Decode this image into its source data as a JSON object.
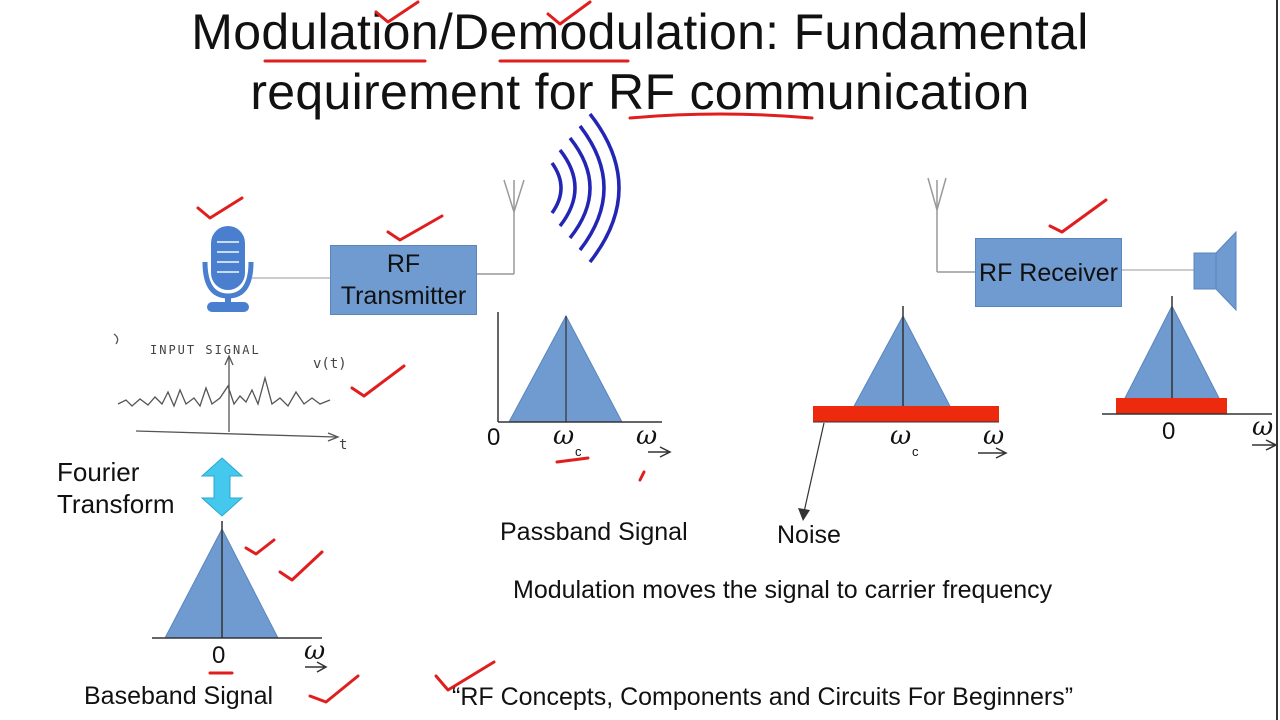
{
  "title": {
    "line1": "Modulation/Demodulation: Fundamental",
    "line2": "requirement for RF communication"
  },
  "blocks": {
    "transmitter": "RF Transmitter",
    "receiver": "RF Receiver"
  },
  "labels": {
    "fourier": "Fourier Transform",
    "baseband": "Baseband Signal",
    "passband": "Passband Signal",
    "noise": "Noise",
    "modulation_note": "Modulation moves the signal to carrier frequency",
    "citation": "“RF Concepts, Components and Circuits For Beginners”"
  },
  "handwriting": {
    "input_signal": "INPUT SIGNAL",
    "v_t": "v(t)",
    "t": "t"
  },
  "axes": {
    "zero": "0",
    "omega": "ω",
    "omega_c": "ω",
    "c_sub": "c"
  },
  "colors": {
    "block_fill": "#6f9bd1",
    "noise": "#ee2a0e",
    "annotation": "#e01e1e",
    "waves": "#2326b5",
    "arrow": "#44c8ee"
  },
  "icons": [
    "microphone-icon",
    "speaker-icon",
    "antenna-icon",
    "radio-waves-icon",
    "double-arrow-icon"
  ]
}
